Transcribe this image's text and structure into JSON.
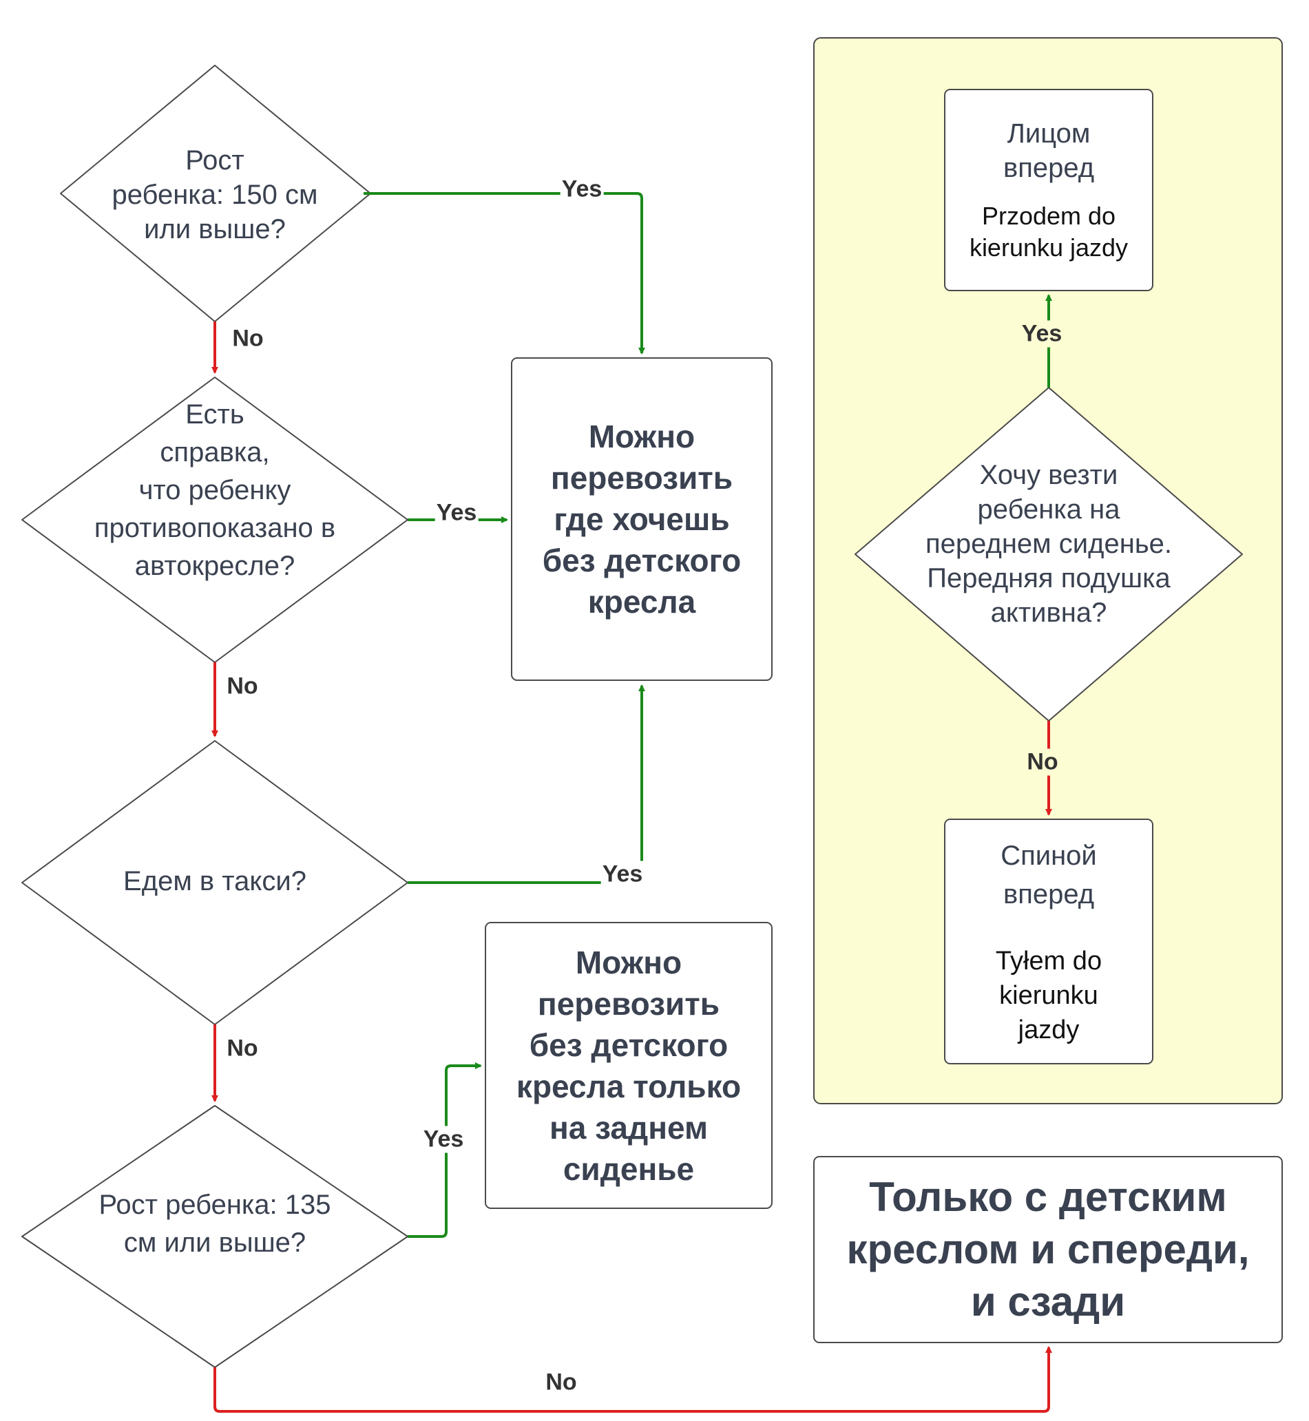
{
  "colors": {
    "yes_arrow": "#1a8a1a",
    "no_arrow": "#dd1f1f",
    "node_border": "#4a4a4a",
    "panel_fill": "#fdfdd3",
    "text": "#3a4150"
  },
  "nodes": {
    "q_height150": {
      "lines": [
        "Рост",
        "ребенка: 150 см",
        "или выше?"
      ]
    },
    "q_certificate": {
      "lines": [
        "Есть",
        "справка,",
        "что ребенку",
        "противопоказано в",
        "автокресле?"
      ]
    },
    "q_taxi": {
      "lines": [
        "Едем в такси?"
      ]
    },
    "q_height135": {
      "lines": [
        "Рост ребенка: 135",
        "см или выше?"
      ]
    },
    "r_anywhere": {
      "lines": [
        "Можно",
        "перевозить",
        "где хочешь",
        "без детского",
        "кресла"
      ]
    },
    "r_rear_only": {
      "lines": [
        "Можно",
        "перевозить",
        "без детского",
        "кресла только",
        "на заднем",
        "сиденье"
      ]
    },
    "r_seat_both": {
      "lines": [
        "Только с детским",
        "креслом и спереди,",
        "и сзади"
      ]
    },
    "r_forward": {
      "ru": [
        "Лицом",
        "вперед"
      ],
      "pl": [
        "Przodem do",
        "kierunku jazdy"
      ]
    },
    "q_front_airbag": {
      "lines": [
        "Хочу везти",
        "ребенка на",
        "переднем сиденье.",
        "Передняя подушка",
        "активна?"
      ]
    },
    "r_backward": {
      "ru": [
        "Спиной",
        "вперед"
      ],
      "pl": [
        "Tyłem do",
        "kierunku",
        "jazdy"
      ]
    }
  },
  "edge_labels": {
    "yes": "Yes",
    "no": "No"
  }
}
